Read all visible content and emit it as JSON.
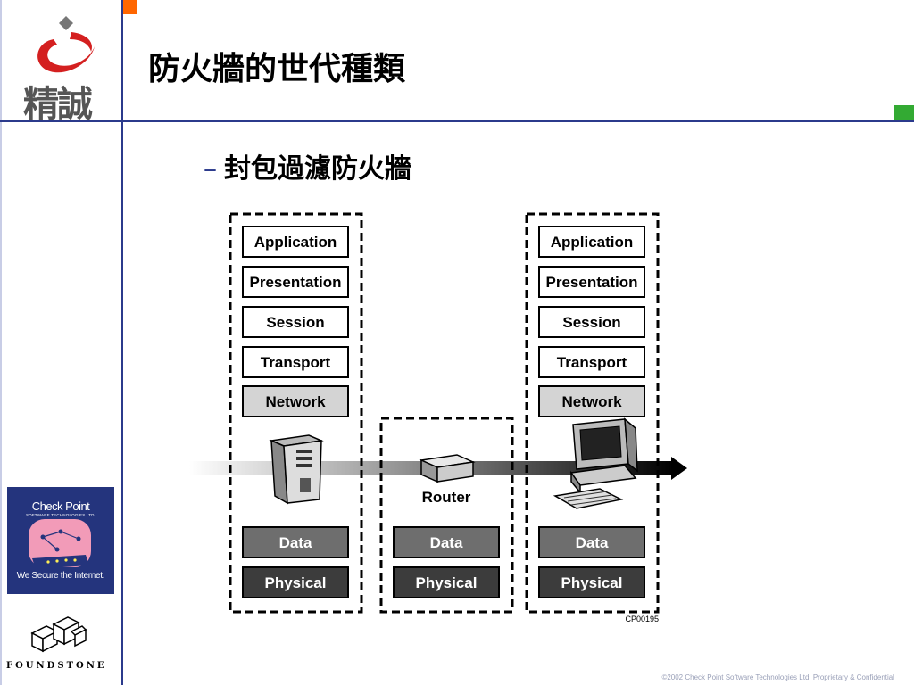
{
  "header": {
    "title": "防火牆的世代種類",
    "logo_text": "精誠"
  },
  "content": {
    "bullet_dash": "–",
    "subtitle": "封包過濾防火牆"
  },
  "diagram": {
    "left_stack": [
      "Application",
      "Presentation",
      "Session",
      "Transport",
      "Network"
    ],
    "right_stack": [
      "Application",
      "Presentation",
      "Session",
      "Transport",
      "Network"
    ],
    "bottom_layers": [
      "Data",
      "Physical"
    ],
    "router_label": "Router",
    "figure_id": "CP00195"
  },
  "sidebar": {
    "checkpoint_name": "Check Point",
    "checkpoint_sub": "SOFTWARE TECHNOLOGIES LTD.",
    "checkpoint_tagline": "We Secure the Internet.",
    "foundstone": "FOUNDSTONE"
  },
  "footer": {
    "copyright": "©2002 Check Point Software Technologies Ltd. Proprietary & Confidential"
  },
  "colors": {
    "accent_blue": "#2b3a8c",
    "orange": "#ff6600",
    "green": "#33aa33",
    "logo_red": "#d42020",
    "network_fill": "#d4d4d4",
    "data_fill": "#6e6e6e",
    "physical_fill": "#3c3c3c"
  }
}
